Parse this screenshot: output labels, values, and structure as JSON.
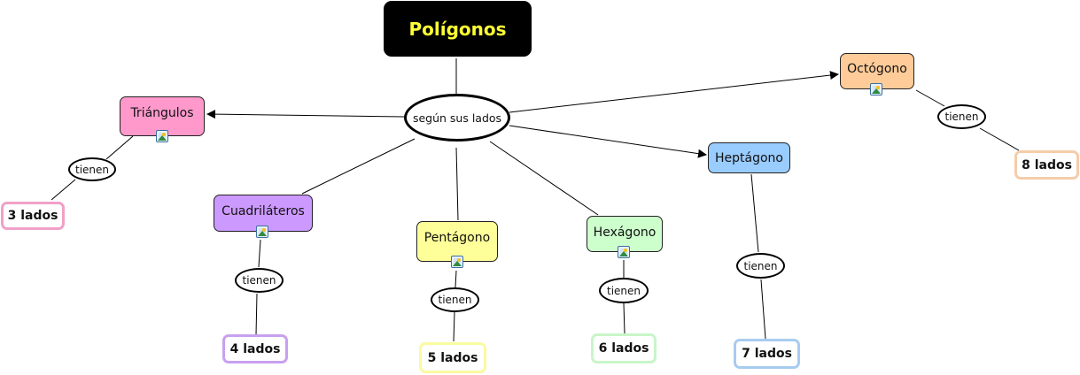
{
  "diagram": {
    "root": {
      "label": "Polígonos"
    },
    "relation_main": {
      "label": "según sus lados"
    },
    "relation_child_label": "tienen",
    "concepts": [
      {
        "id": "triangulos",
        "label": "Triángulos",
        "color": "#ff99cc",
        "leaf_border": "#f0a0c8",
        "leaf": "3 lados",
        "has_image": true,
        "arrow": true
      },
      {
        "id": "cuadrilateros",
        "label": "Cuadriláteros",
        "color": "#cc99ff",
        "leaf_border": "#c8a0f0",
        "leaf": "4 lados",
        "has_image": true,
        "arrow": false
      },
      {
        "id": "pentagono",
        "label": "Pentágono",
        "color": "#ffff99",
        "leaf_border": "#fafaa0",
        "leaf": "5 lados",
        "has_image": true,
        "arrow": false
      },
      {
        "id": "hexagono",
        "label": "Hexágono",
        "color": "#ccffcc",
        "leaf_border": "#c8f5c8",
        "leaf": "6 lados",
        "has_image": true,
        "arrow": false
      },
      {
        "id": "heptagono",
        "label": "Heptágono",
        "color": "#99ccff",
        "leaf_border": "#a8ccf0",
        "leaf": "7 lados",
        "has_image": false,
        "arrow": true
      },
      {
        "id": "octogono",
        "label": "Octógono",
        "color": "#ffcc99",
        "leaf_border": "#f5ccaa",
        "leaf": "8 lados",
        "has_image": true,
        "arrow": true
      }
    ],
    "icons": {
      "image_attachment": "image-icon"
    }
  }
}
